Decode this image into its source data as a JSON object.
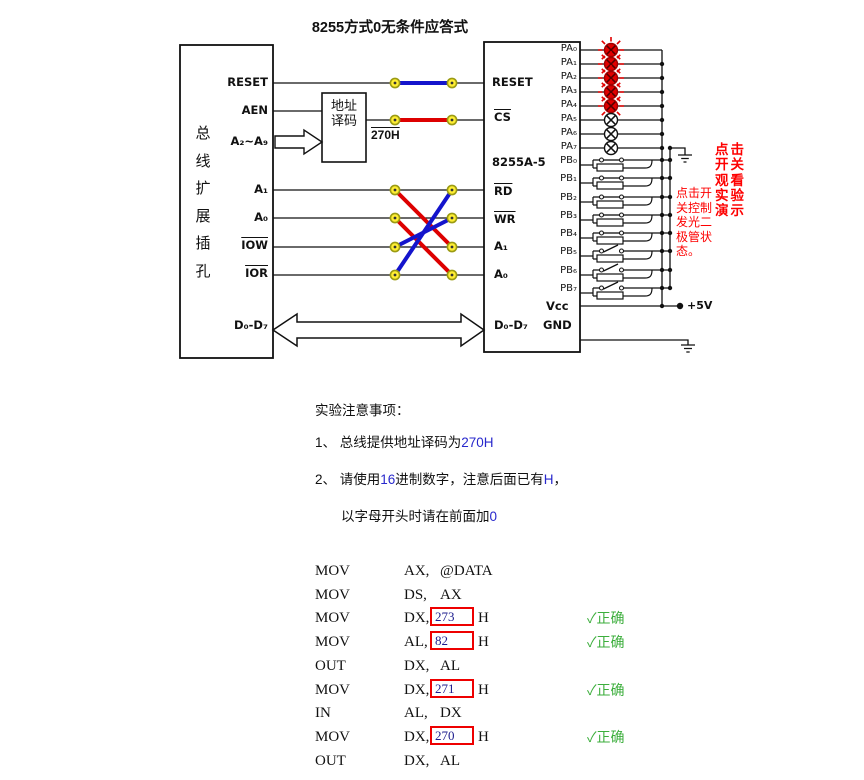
{
  "title": "8255方式0无条件应答式",
  "diagram": {
    "bus_block": {
      "vertical_label": "总\n线\n扩\n展\n插\n孔",
      "pins": {
        "reset": "RESET",
        "aen": "AEN",
        "a29": "A₂~A₉",
        "a1": "A₁",
        "a0": "A₀",
        "iow": "IOW",
        "ior": "IOR",
        "d07": "D₀-D₇"
      }
    },
    "decoder": {
      "label": "地址\n译码",
      "address": "270H"
    },
    "chip": {
      "reset": "RESET",
      "cs": "CS",
      "name": "8255A-5",
      "rd": "RD",
      "wr": "WR",
      "a1": "A₁",
      "a0": "A₀",
      "d07": "D₀-D₇",
      "vcc": "Vcc",
      "gnd": "GND",
      "pa": [
        "PA₀",
        "PA₁",
        "PA₂",
        "PA₃",
        "PA₄",
        "PA₅",
        "PA₆",
        "PA₇"
      ],
      "pb": [
        "PB₀",
        "PB₁",
        "PB₂",
        "PB₃",
        "PB₄",
        "PB₅",
        "PB₆",
        "PB₇"
      ]
    },
    "power_label": "+5V",
    "led_on": [
      true,
      true,
      true,
      true,
      true,
      false,
      false,
      false
    ],
    "switch_closed": [
      true,
      true,
      true,
      true,
      true,
      false,
      false,
      false
    ],
    "hint_switch": "点击开\n关控制\n发光二\n极管状\n态。",
    "hint_demo": "点击\n开关\n观看\n实验\n演示",
    "colors": {
      "wire_red": "#dd0000",
      "wire_blue": "#1414cc",
      "led_red": "#e10000",
      "hint_red": "#fe0000",
      "connector_yellow": "#ffee33"
    }
  },
  "notes": {
    "heading": "实验注意事项：",
    "item1_prefix": "1、 总线提供地址译码为",
    "item1_value": "270H",
    "item2_p1": "2、 请使用",
    "item2_v1": "16",
    "item2_p2": "进制数字，注意后面已有",
    "item2_v2": "H",
    "item2_p3": "，",
    "item3_prefix": "以字母开头时请在前面加",
    "item3_value": "0"
  },
  "code": {
    "rows": [
      {
        "op": "MOV",
        "a": "AX,",
        "b": "@DATA"
      },
      {
        "op": "MOV",
        "a": "DS,",
        "b": "AX"
      },
      {
        "op": "MOV",
        "a": "DX,",
        "input": "273",
        "suffix": "H",
        "check": "✓正确"
      },
      {
        "op": "MOV",
        "a": "AL,",
        "input": "82",
        "suffix": "H",
        "check": "✓正确"
      },
      {
        "op": "OUT",
        "a": "DX,",
        "b": "AL"
      },
      {
        "op": "MOV",
        "a": "DX,",
        "input": "271",
        "suffix": "H",
        "check": "✓正确"
      },
      {
        "op": "IN",
        "a": "AL,",
        "b": "DX"
      },
      {
        "op": "MOV",
        "a": "DX,",
        "input": "270",
        "suffix": "H",
        "check": "✓正确"
      },
      {
        "op": "OUT",
        "a": "DX,",
        "b": "AL"
      }
    ]
  }
}
